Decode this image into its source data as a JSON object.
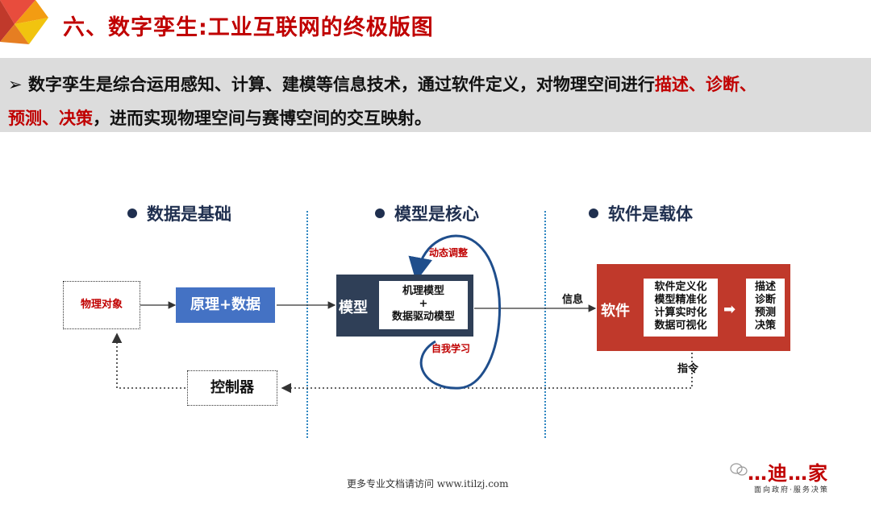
{
  "header": {
    "title": "六、数字孪生:工业互联网的终极版图"
  },
  "lead": {
    "bullet": "➢",
    "text_a": "数字孪生是综合运用感知、计算、建模等信息技术，通过软件定义，对物理空间进行",
    "red_a": "描述、诊断、",
    "red_b": "预测、决策",
    "text_b": "，进而实现物理空间与赛博空间的交互映射。"
  },
  "sections": [
    {
      "label": "数据是基础"
    },
    {
      "label": "模型是核心"
    },
    {
      "label": "软件是载体"
    }
  ],
  "diagram": {
    "physical_object": "物理对象",
    "principle_data": "原理+数据",
    "model_label": "模型",
    "model_card": {
      "line1": "机理模型",
      "line2": "+",
      "line3": "数据驱动模型"
    },
    "dynamic_adjust": "动态调整",
    "self_learning": "自我学习",
    "info_label": "信息",
    "software_label": "软件",
    "software_card": [
      "软件定义化",
      "模型精准化",
      "计算实时化",
      "数据可视化"
    ],
    "output_card": [
      "描述",
      "诊断",
      "预测",
      "决策"
    ],
    "command_label": "指令",
    "controller": "控制器"
  },
  "footer": {
    "text": "更多专业文档请访问 www.itilzj.com"
  },
  "logo": {
    "text": "…迪…家",
    "slogan": "面向政府·服务决策"
  },
  "colors": {
    "accent_red": "#c00000",
    "navy": "#1f2f4f",
    "blue": "#4472c4",
    "dark": "#2f3f57",
    "brick": "#c0392b"
  }
}
